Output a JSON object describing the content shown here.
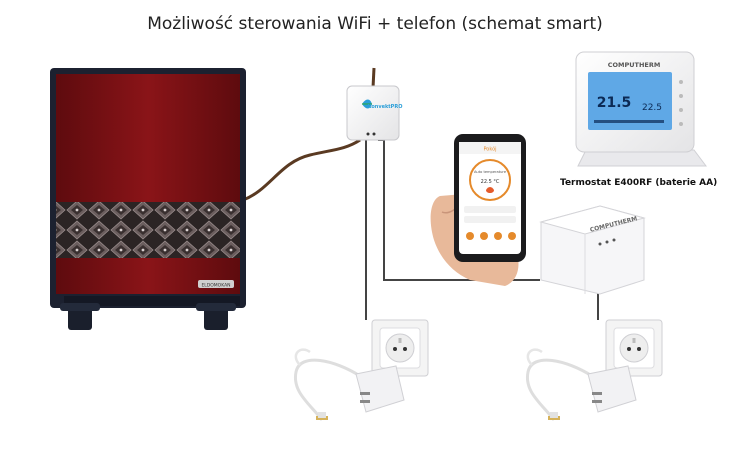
{
  "title": "Możliwość sterowania WiFi + telefon (schemat smart)",
  "labels": {
    "thermostat": "Termostat E400RF (baterie AA)",
    "wifi_module_brand": "KonvektPRO",
    "receiver_brand": "COMPUTHERM",
    "thermostat_brand": "COMPUTHERM",
    "heater_brand": "ELDOMOKAN",
    "thermostat_temp_current": "21.5",
    "thermostat_temp_set": "22.5",
    "phone_header": "Pokój",
    "phone_mode": "Auto temperature",
    "phone_temp": "22.5 °C"
  },
  "colors": {
    "heater_body": "#7a0f12",
    "heater_frame": "#1c2130",
    "cable": "#5a3a22",
    "wire": "#444444",
    "thermostat_screen": "#5fa8e6"
  },
  "icons": [
    "heater-icon",
    "wifi-module-icon",
    "phone-icon",
    "thermostat-icon",
    "receiver-icon",
    "socket-icon",
    "power-adapter-icon"
  ]
}
